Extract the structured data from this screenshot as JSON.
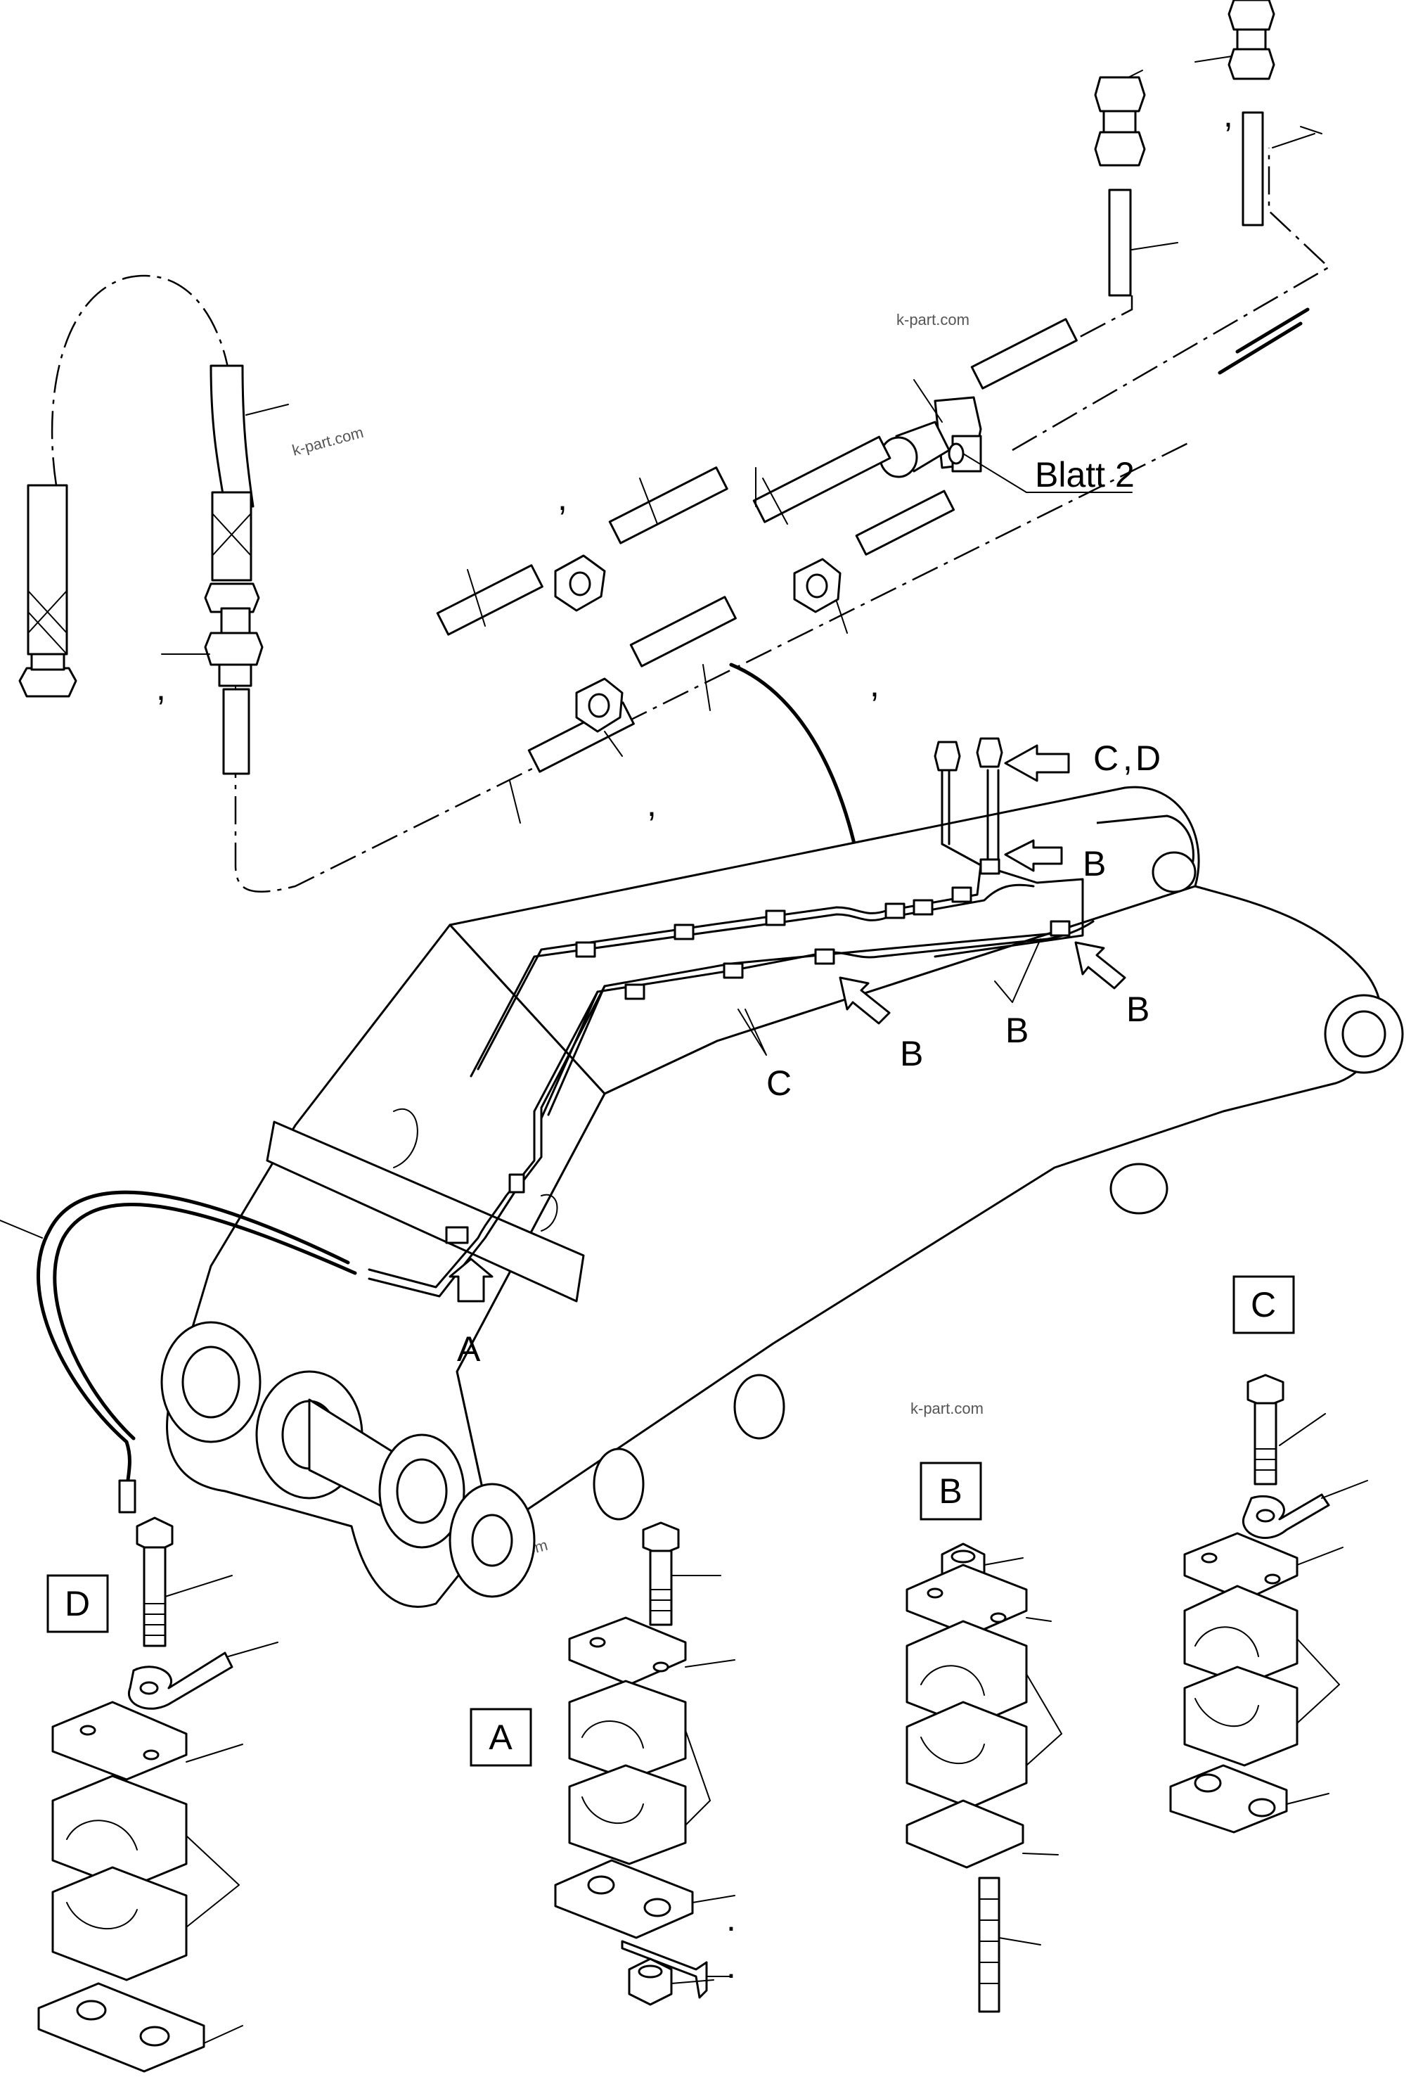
{
  "labels": {
    "blatt": "Blatt 2",
    "cd": "C",
    "cd_comma": ",",
    "cd_d": "D",
    "b1": "B",
    "b2": "B",
    "b3": "B",
    "b4": "B",
    "c_main": "C",
    "a_main": "A"
  },
  "boxes": {
    "box_c": "C",
    "box_b": "B",
    "box_a": "A",
    "box_d": "D"
  },
  "commas": [
    ",",
    ",",
    ",",
    ",",
    ",",
    ".",
    "."
  ],
  "watermarks": [
    "k-part.com",
    "k-part.com",
    "k-part.com",
    "k-part.com"
  ]
}
